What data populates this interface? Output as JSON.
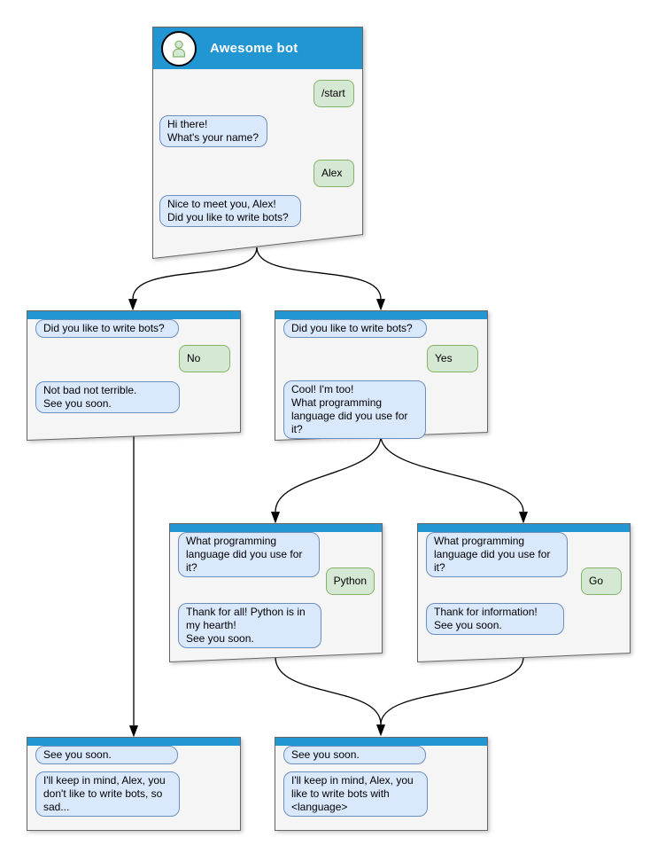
{
  "colors": {
    "accent": "#2196d3",
    "title_color": "#ffffff",
    "window_bg": "#f5f5f5",
    "window_border": "#666666",
    "bot_bubble_bg": "#dae8fc",
    "bot_bubble_border": "#6c8ebf",
    "user_bubble_bg": "#d5e8d4",
    "user_bubble_border": "#82b366",
    "connector": "#000000"
  },
  "windows": {
    "main": {
      "title": "Awesome bot",
      "user_start": "/start",
      "bot_greeting": "Hi there!\nWhat's your name?",
      "user_name": "Alex",
      "bot_question": "Nice to meet you, Alex!\nDid you like to write bots?"
    },
    "branch_no": {
      "question": "Did you like to write bots?",
      "user_answer": "No",
      "bot_reply": "Not bad not terrible.\nSee you soon."
    },
    "branch_yes": {
      "question": "Did you like to write bots?",
      "user_answer": "Yes",
      "bot_reply": "Cool! I'm too!\nWhat programming\nlanguage did you use for it?"
    },
    "branch_python": {
      "question": "What programming\nlanguage did you use for it?",
      "user_answer": "Python",
      "bot_reply": "Thank for all! Python is in\nmy hearth!\nSee you soon."
    },
    "branch_go": {
      "question": "What programming\nlanguage did you use for it?",
      "user_answer": "Go",
      "bot_reply": "Thank for information!\nSee you soon."
    },
    "end_no": {
      "question": "See you soon.",
      "bot_reply": "I'll keep in mind, Alex, you\ndon't like to write bots, so\nsad..."
    },
    "end_yes": {
      "question": "See you soon.",
      "bot_reply": "I'll keep in mind, Alex, you\nlike to write bots with\n<language>"
    }
  }
}
